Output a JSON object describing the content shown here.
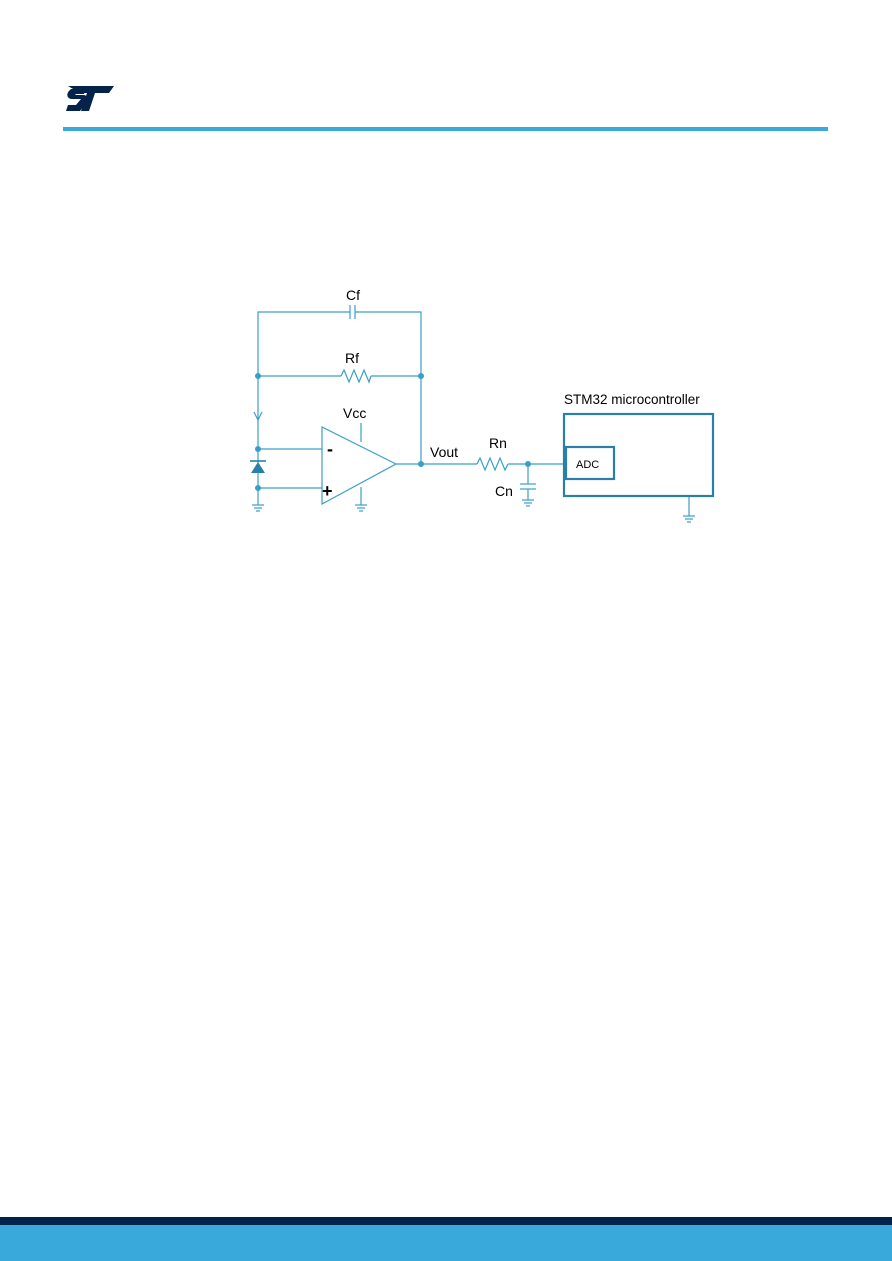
{
  "brand": {
    "logo_icon": "st-logo-icon",
    "accent": "#39a9dc",
    "footer_dark": "#03234b",
    "wire": "#3a9fc7",
    "box": "#2a7fa8"
  },
  "diagram": {
    "labels": {
      "cf": "Cf",
      "rf": "Rf",
      "vcc": "Vcc",
      "minus": "-",
      "plus": "+",
      "vout": "Vout",
      "rn": "Rn",
      "cn": "Cn",
      "mcu": "STM32 microcontroller",
      "adc": "ADC"
    }
  }
}
